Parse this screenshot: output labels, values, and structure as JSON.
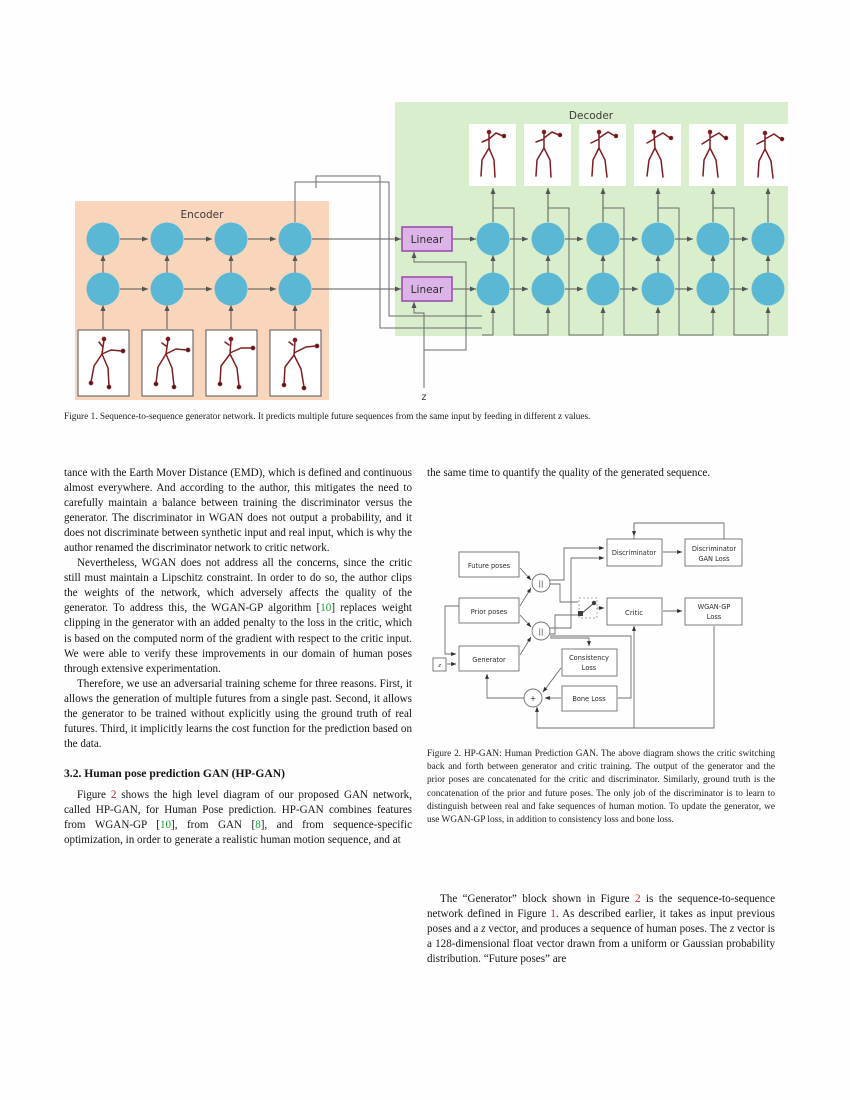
{
  "figure1": {
    "encoder_label": "Encoder",
    "decoder_label": "Decoder",
    "linear_label_1": "Linear",
    "linear_label_2": "Linear",
    "z_label": "z",
    "encoder_steps": 4,
    "decoder_steps": 6,
    "rnn_rows": 2,
    "colors": {
      "encoder_bg": "#F9D5BB",
      "decoder_bg": "#D9EECC",
      "node_fill": "#5BB8D4",
      "node_stroke": "#4AA8C6",
      "linear_fill": "#DDB4E8",
      "linear_stroke": "#9B4FAE",
      "skeleton": "#7E1E20",
      "wire": "#555555"
    },
    "caption": "Figure 1. Sequence-to-sequence generator network. It predicts multiple future sequences from the same input by feeding in different z values."
  },
  "figure2": {
    "nodes": {
      "future_poses": "Future poses",
      "prior_poses": "Prior poses",
      "generator": "Generator",
      "z": "z",
      "concat_top": "||",
      "concat_bottom": "||",
      "discriminator": "Discriminator",
      "discriminator_gan_loss": "Discriminator\nGAN Loss",
      "discriminator_gan_loss_line1": "Discriminator",
      "discriminator_gan_loss_line2": "GAN Loss",
      "critic": "Critic",
      "wgan_gp_loss_line1": "WGAN-GP",
      "wgan_gp_loss_line2": "Loss",
      "consistency_loss_line1": "Consistency",
      "consistency_loss_line2": "Loss",
      "bone_loss": "Bone Loss",
      "sum": "+"
    },
    "caption": "Figure 2. HP-GAN: Human Prediction GAN. The above diagram shows the critic switching back and forth between generator and critic training. The output of the generator and the prior poses are concatenated for the critic and discriminator. Similarly, ground truth is the concatenation of the prior and future poses. The only job of the discriminator is to learn to distinguish between real and fake sequences of human motion. To update the generator, we use WGAN-GP loss, in addition to consistency loss and bone loss."
  },
  "left_column": {
    "para1_a": "tance with the Earth Mover Distance (EMD), which is defined and continuous almost everywhere. And according to the author, this mitigates the need to carefully maintain a balance between training the discriminator versus the generator. The discriminator in WGAN does not output a probability, and it does not discriminate between synthetic input and real input, which is why the author renamed the discriminator network to critic network.",
    "para2_a": "Nevertheless, WGAN does not address all the concerns, since the critic still must maintain a Lipschitz constraint. In order to do so, the author clips the weights of the network, which adversely affects the quality of the generator. To address this, the WGAN-GP algorithm [",
    "para2_cite": "10",
    "para2_b": "] replaces weight clipping in the generator with an added penalty to the loss in the critic, which is based on the computed norm of the gradient with respect to the critic input. We were able to verify these improvements in our domain of human poses through extensive experimentation.",
    "para3": "Therefore, we use an adversarial training scheme for three reasons. First, it allows the generation of multiple futures from a single past. Second, it allows the generator to be trained without explicitly using the ground truth of real futures. Third, it implicitly learns the cost function for the prediction based on the data.",
    "section_heading": "3.2. Human pose prediction GAN (HP-GAN)",
    "para4_a": "Figure ",
    "para4_figref": "2",
    "para4_b": " shows the high level diagram of our proposed GAN network, called HP-GAN, for Human Pose prediction. HP-GAN combines features from WGAN-GP [",
    "para4_cite1": "10",
    "para4_c": "], from GAN [",
    "para4_cite2": "8",
    "para4_d": "], and from sequence-specific optimization, in order to generate a realistic human motion sequence, and at"
  },
  "right_column": {
    "para1": "the same time to quantify the quality of the generated sequence.",
    "para2_a": "The “Generator” block shown in Figure ",
    "para2_figref1": "2",
    "para2_b": " is the sequence-to-sequence network defined in Figure ",
    "para2_figref2": "1",
    "para2_c": ". As described earlier, it takes as input previous poses and a ",
    "para2_z1": "z",
    "para2_d": " vector, and produces a sequence of human poses. The ",
    "para2_z2": "z",
    "para2_e": " vector is a 128-dimensional float vector drawn from a uniform or Gaussian probability distribution. “Future poses” are"
  }
}
